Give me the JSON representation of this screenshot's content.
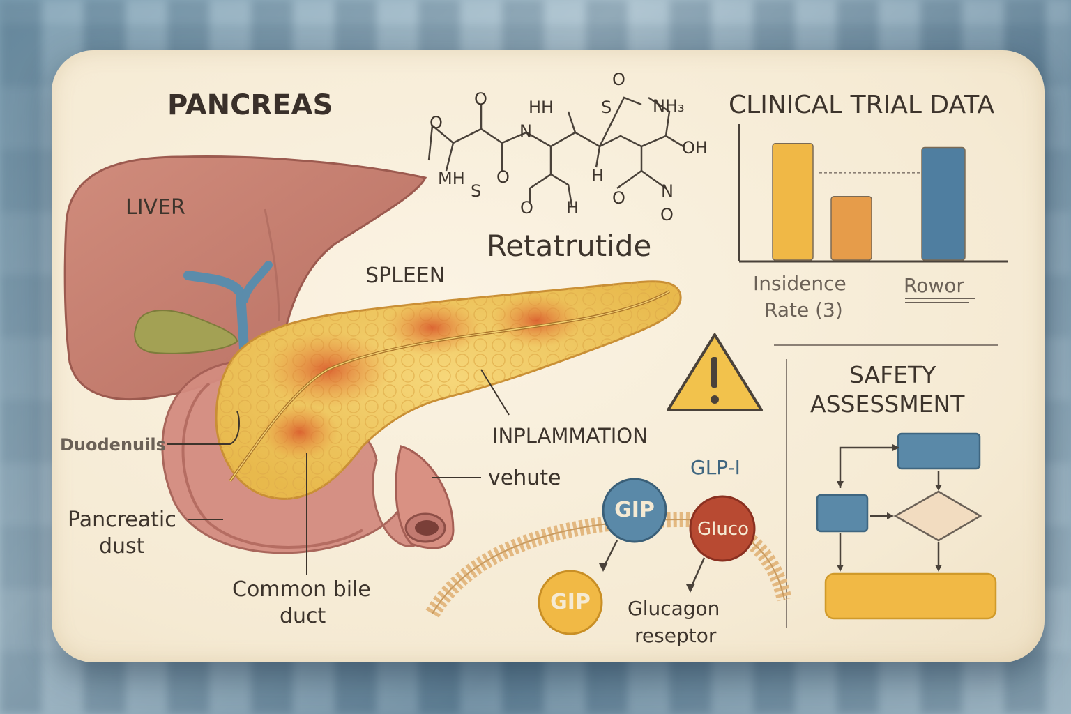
{
  "anatomy": {
    "title": "PANCREAS",
    "liver": "LIVER",
    "spleen": "SPLEEN",
    "duodenum": "Duodenuils",
    "pancreatic_duct_line1": "Pancreatic",
    "pancreatic_duct_line2": "dust",
    "common_bile_line1": "Common bile",
    "common_bile_line2": "duct",
    "inflammation": "INPLAMMATION",
    "vehute": "vehute"
  },
  "molecule": {
    "name": "Retatrutide",
    "atoms": [
      "O",
      "O",
      "HH",
      "S",
      "O",
      "NH₃",
      "N",
      "OH",
      "MH",
      "S",
      "O",
      "H",
      "O",
      "N",
      "O",
      "H",
      "O"
    ]
  },
  "trial": {
    "title": "CLINICAL TRIAL DATA",
    "label_left_line1": "Insidence",
    "label_left_line2": "Rate (3)",
    "label_right": "Rowor"
  },
  "chart_data": {
    "type": "bar",
    "title": "CLINICAL TRIAL DATA",
    "values": [
      0.88,
      0.48,
      0.85
    ],
    "colors": [
      "#f0b846",
      "#e69c4a",
      "#4f7ea0"
    ],
    "reference_line": 0.66
  },
  "receptors": {
    "glp1": "GLP-I",
    "gip_top": "GIP",
    "gluco": "Gluco",
    "gip_bottom": "GIP",
    "glucagon_line1": "Glucagon",
    "glucagon_line2": "reseptor"
  },
  "safety": {
    "title_line1": "SAFETY",
    "title_line2": "ASSESSMENT",
    "warning_icon": "warning-triangle-icon"
  },
  "colors": {
    "card": "#f7eedb",
    "liver": "#c77d6e",
    "pancreas": "#f0c661",
    "inflamed": "#d9622e",
    "blue": "#5a89a8",
    "yellow": "#f1b945",
    "red": "#b84a32"
  }
}
